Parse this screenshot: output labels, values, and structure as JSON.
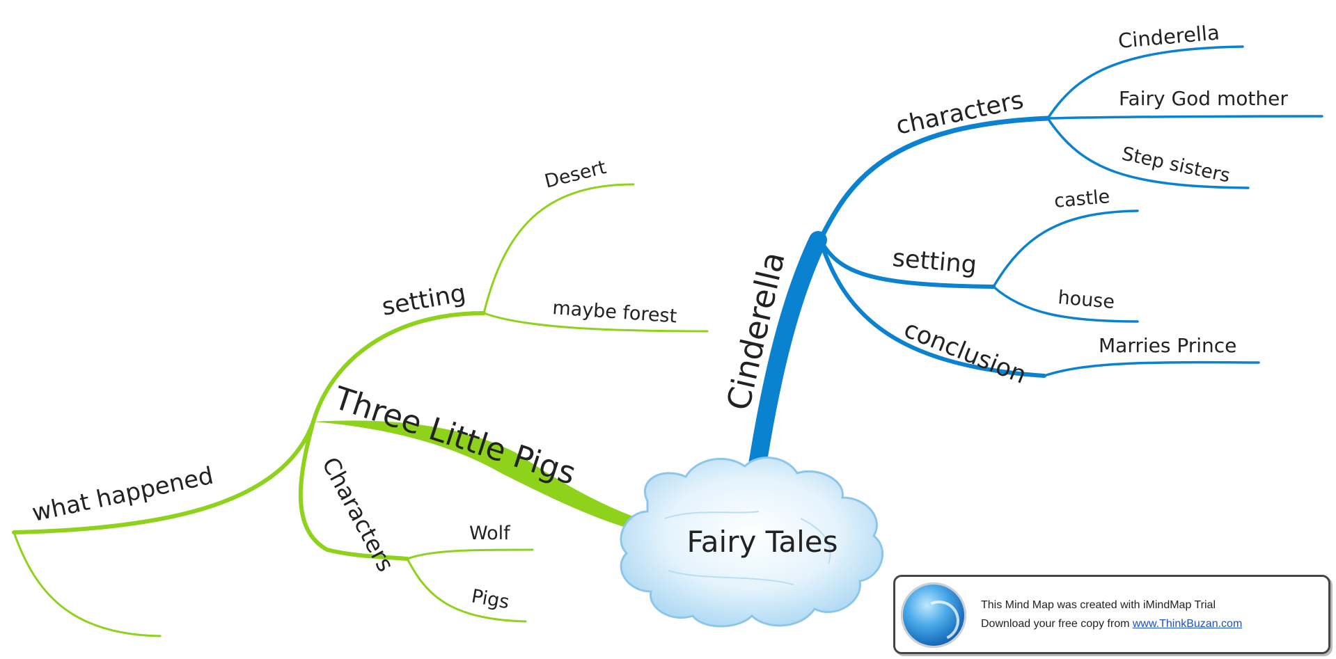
{
  "central": {
    "label": "Fairy Tales"
  },
  "branches": {
    "three_little_pigs": {
      "label": "Three Little Pigs",
      "color": "#8ed21c",
      "setting": {
        "label": "setting",
        "children": [
          "Desert",
          "maybe forest"
        ]
      },
      "characters": {
        "label": "Characters",
        "children": [
          "Wolf",
          "Pigs"
        ]
      },
      "what_happened": {
        "label": "what happened"
      }
    },
    "cinderella": {
      "label": "Cinderella",
      "color": "#0b82cf",
      "characters": {
        "label": "characters",
        "children": [
          "Cinderella",
          "Fairy God mother",
          "Step sisters"
        ]
      },
      "setting": {
        "label": "setting",
        "children": [
          "castle",
          "house"
        ]
      },
      "conclusion": {
        "label": "conclusion",
        "children": [
          "Marries Prince"
        ]
      }
    }
  },
  "banner": {
    "line1": "This Mind Map was created with iMindMap Trial",
    "line2_prefix": "Download your free copy from ",
    "link": "www.ThinkBuzan.com",
    "logo_icon": "imindmap-logo-icon"
  }
}
